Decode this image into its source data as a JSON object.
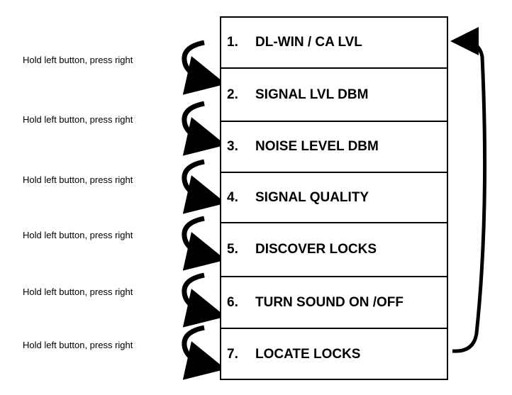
{
  "menu": {
    "items": [
      {
        "number": "1.",
        "label": "DL-WIN / CA LVL"
      },
      {
        "number": "2.",
        "label": "SIGNAL LVL DBM"
      },
      {
        "number": "3.",
        "label": "NOISE LEVEL DBM"
      },
      {
        "number": "4.",
        "label": "SIGNAL QUALITY"
      },
      {
        "number": "5.",
        "label": "DISCOVER LOCKS"
      },
      {
        "number": "6.",
        "label": "TURN SOUND ON /OFF"
      },
      {
        "number": "7.",
        "label": "LOCATE LOCKS"
      }
    ]
  },
  "steps": [
    {
      "label": "Hold left button, press right"
    },
    {
      "label": "Hold left button, press right"
    },
    {
      "label": "Hold left button, press right"
    },
    {
      "label": "Hold left button, press right"
    },
    {
      "label": "Hold left button, press right"
    },
    {
      "label": "Hold left button, press right"
    }
  ],
  "colors": {
    "line": "#000000",
    "background": "#ffffff"
  }
}
